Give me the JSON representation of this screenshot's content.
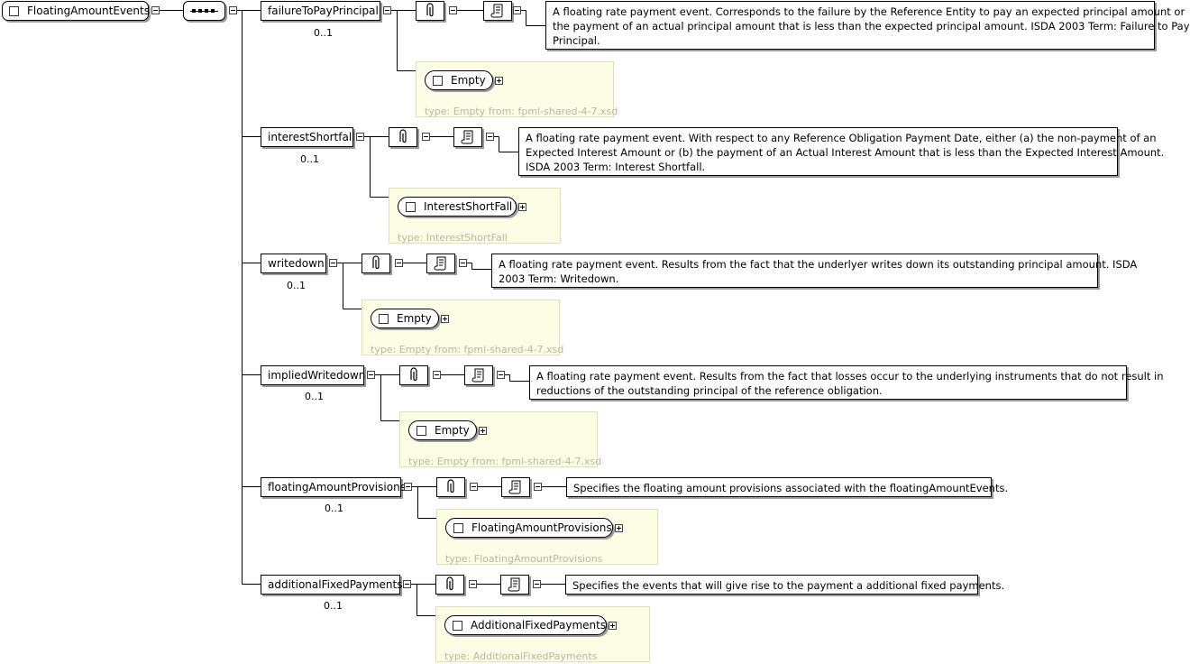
{
  "root": {
    "label": "FloatingAmountEvents"
  },
  "elements": [
    {
      "name": "failureToPayPrincipal",
      "occurs": "0..1",
      "doc": [
        "A floating rate payment event. Corresponds to the failure by the Reference Entity to pay an expected principal amount or",
        "the payment of an actual principal amount that is less than the expected principal amount. ISDA 2003 Term: Failure to Pay",
        "Principal."
      ],
      "type_name": "Empty",
      "type_label": "type: Empty from: fpml-shared-4-7.xsd"
    },
    {
      "name": "interestShortfall",
      "occurs": "0..1",
      "doc": [
        "A floating rate payment event. With respect to any Reference Obligation Payment Date, either (a) the non-payment of an",
        "Expected Interest Amount or (b) the payment of an Actual Interest Amount that is less than the Expected Interest Amount.",
        "ISDA 2003 Term: Interest Shortfall."
      ],
      "type_name": "InterestShortFall",
      "type_label": "type: InterestShortFall"
    },
    {
      "name": "writedown",
      "occurs": "0..1",
      "doc": [
        "A floating rate payment event. Results from the fact that the underlyer writes down its outstanding principal amount. ISDA",
        "2003 Term: Writedown."
      ],
      "type_name": "Empty",
      "type_label": "type: Empty from: fpml-shared-4-7.xsd"
    },
    {
      "name": "impliedWritedown",
      "occurs": "0..1",
      "doc": [
        "A floating rate payment event. Results from the fact that losses occur to the underlying instruments that do not result in",
        "reductions of the outstanding principal of the reference obligation."
      ],
      "type_name": "Empty",
      "type_label": "type: Empty from: fpml-shared-4-7.xsd"
    },
    {
      "name": "floatingAmountProvisions",
      "occurs": "0..1",
      "doc": [
        "Specifies the floating amount provisions associated with the floatingAmountEvents."
      ],
      "type_name": "FloatingAmountProvisions",
      "type_label": "type: FloatingAmountProvisions"
    },
    {
      "name": "additionalFixedPayments",
      "occurs": "0..1",
      "doc": [
        "Specifies the events that will give rise to the payment a additional fixed payments."
      ],
      "type_name": "AdditionalFixedPayments",
      "type_label": "type: AdditionalFixedPayments"
    }
  ],
  "icons": {
    "attributes": "paperclip-icon",
    "documentation": "scroll-icon",
    "sequence": "sequence-icon"
  }
}
